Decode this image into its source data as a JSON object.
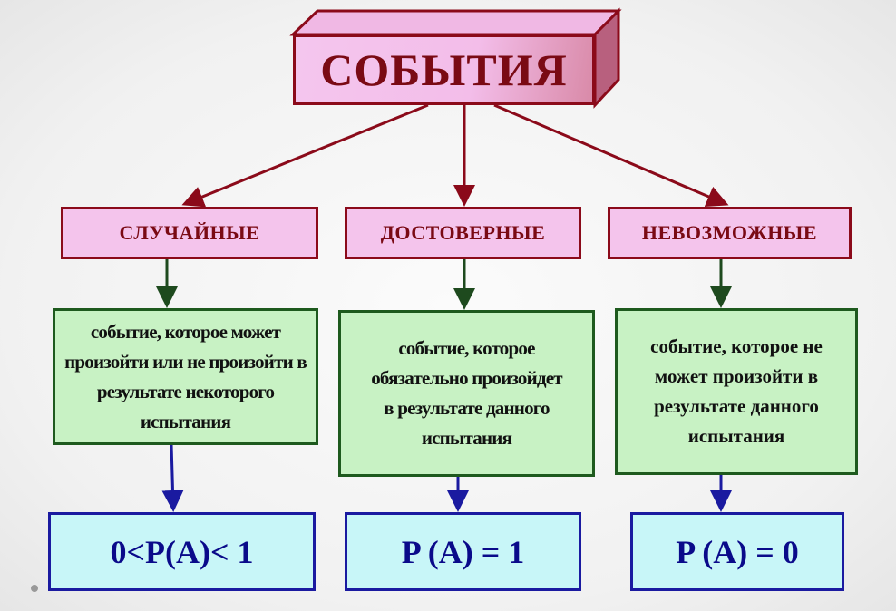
{
  "title": "СОБЫТИЯ",
  "categories": [
    {
      "label": "СЛУЧАЙНЫЕ",
      "definition": "событие, которое может произойти или не произойти в результате некоторого испытания",
      "probability": "0<P(A)< 1"
    },
    {
      "label": "ДОСТОВЕРНЫЕ",
      "definition": "событие, которое обязательно произойдет в результате данного испытания",
      "probability": "P (A) = 1"
    },
    {
      "label": "НЕВОЗМОЖНЫЕ",
      "definition": "событие, которое не может произойти в результате данного испытания",
      "probability": "P (A) = 0"
    }
  ],
  "colors": {
    "title_border": "#8b0a1a",
    "title_fill": "#f4c4ec",
    "definition_fill": "#c8f2c4",
    "probability_fill": "#c8f6f8",
    "probability_text": "#0a0a8a"
  }
}
